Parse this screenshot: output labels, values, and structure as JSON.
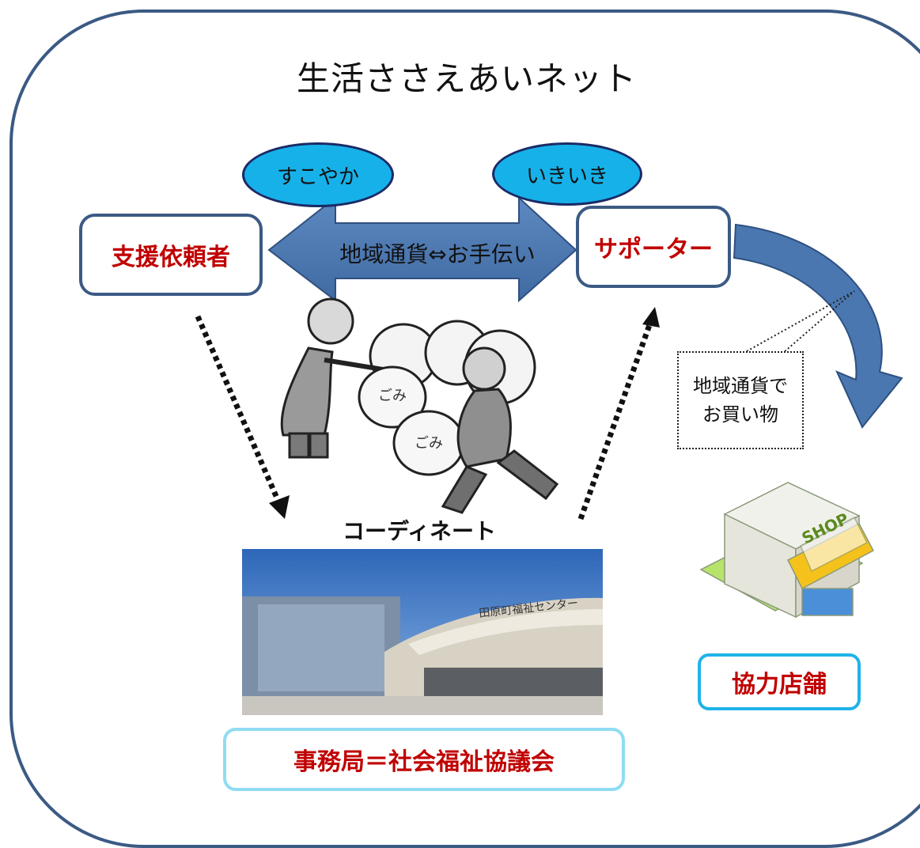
{
  "title": "生活ささえあいネット",
  "ovals": {
    "left": "すこやか",
    "right": "いきいき"
  },
  "arrow_label": "地域通貨⇔お手伝い",
  "requester": "支援依頼者",
  "supporter": "サポーター",
  "callout": {
    "line1": "地域通貨で",
    "line2": "お買い物"
  },
  "coordinate": "コーディネート",
  "illustration": {
    "bag_label_1": "ごみ",
    "bag_label_2": "ごみ"
  },
  "shop": {
    "sign": "SHOP",
    "label": "協力店舗"
  },
  "photo_sign": "田原町福祉センター",
  "secretariat": "事務局＝社会福祉協議会",
  "colors": {
    "frame": "#3b5a84",
    "oval": "#17b1e9",
    "arrow": "#4a77b0",
    "label_red": "#c00000",
    "cyan_border": "#1fb3e8"
  }
}
